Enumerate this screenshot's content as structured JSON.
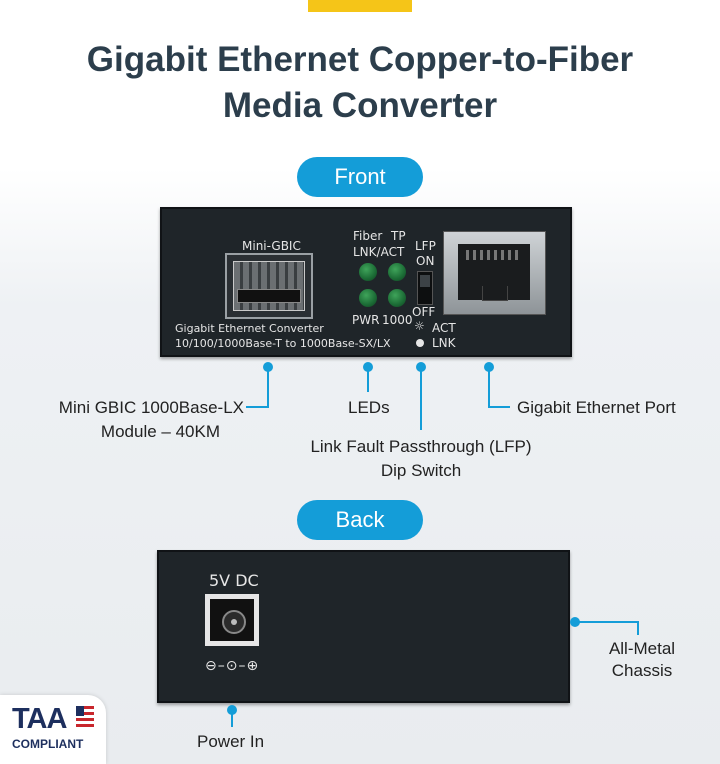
{
  "title_line1": "Gigabit Ethernet Copper-to-Fiber",
  "title_line2": "Media Converter",
  "front_label": "Front",
  "back_label": "Back",
  "front_panel": {
    "mini_gbic": "Mini-GBIC",
    "fiber": "Fiber",
    "tp": "TP",
    "lnk_act": "LNK/ACT",
    "lfp": "LFP",
    "on": "ON",
    "off": "OFF",
    "pwr": "PWR",
    "speed_1000": "1000",
    "converter_line1": "Gigabit Ethernet Converter",
    "converter_line2": "10/100/1000Base-T to 1000Base-SX/LX",
    "act": "ACT",
    "lnk": "LNK"
  },
  "back_panel": {
    "dc_label": "5V DC"
  },
  "callouts": {
    "gbic_line1": "Mini GBIC 1000Base-LX",
    "gbic_line2": "Module – 40KM",
    "leds": "LEDs",
    "lfp_line1": "Link Fault Passthrough (LFP)",
    "lfp_line2": "Dip Switch",
    "ethernet_port": "Gigabit Ethernet Port",
    "chassis_line1": "All-Metal",
    "chassis_line2": "Chassis",
    "power_in": "Power In"
  },
  "badge": {
    "main": "TAA",
    "sub": "COMPLIANT"
  },
  "colors": {
    "accent_yellow": "#f5c518",
    "brand_blue": "#149dd8",
    "title": "#2c3e4c",
    "device": "#1f2529",
    "led_green": "#2e8b4a"
  }
}
